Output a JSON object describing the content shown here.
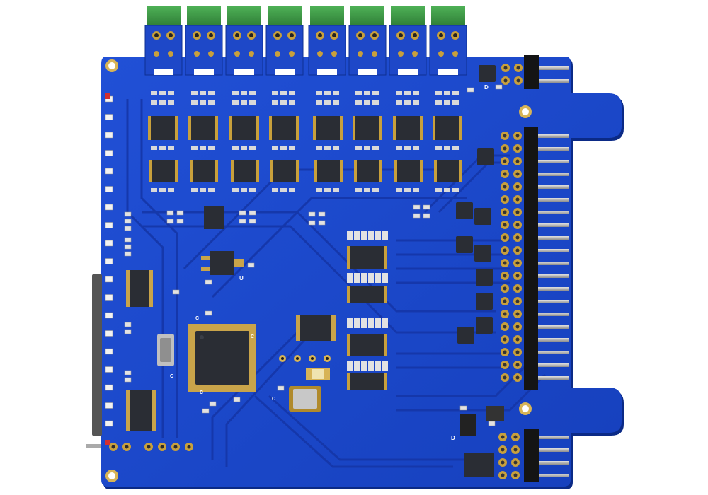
{
  "board": {
    "colors": {
      "background": "#ffffff",
      "pcb": "#1a47c9",
      "pcb_dark": "#0b2a86",
      "trace": "#1536a8",
      "copper": "#c8a03c",
      "silkscreen": "#ffffff",
      "connector_green": "#3d9a45",
      "ic_body": "#2a2d34",
      "pin_metal": "#b9b9b9",
      "header_black": "#141414"
    },
    "connectors": {
      "terminal_blocks": 8,
      "right_header_pins": 20,
      "top_right_header_pins": 2,
      "bottom_right_header_pins": 4,
      "bottom_left_pads": 6
    },
    "labels": {
      "diode_top": "D",
      "diode_bottom": "D",
      "u_mid": "U",
      "c_cap1": "C",
      "c_cap2": "C",
      "c_mcu": "C",
      "c_mcu2": "C",
      "c_power": "C"
    },
    "chip_markings": {
      "mcu": "",
      "inductor": "",
      "optocoupler": ""
    }
  }
}
